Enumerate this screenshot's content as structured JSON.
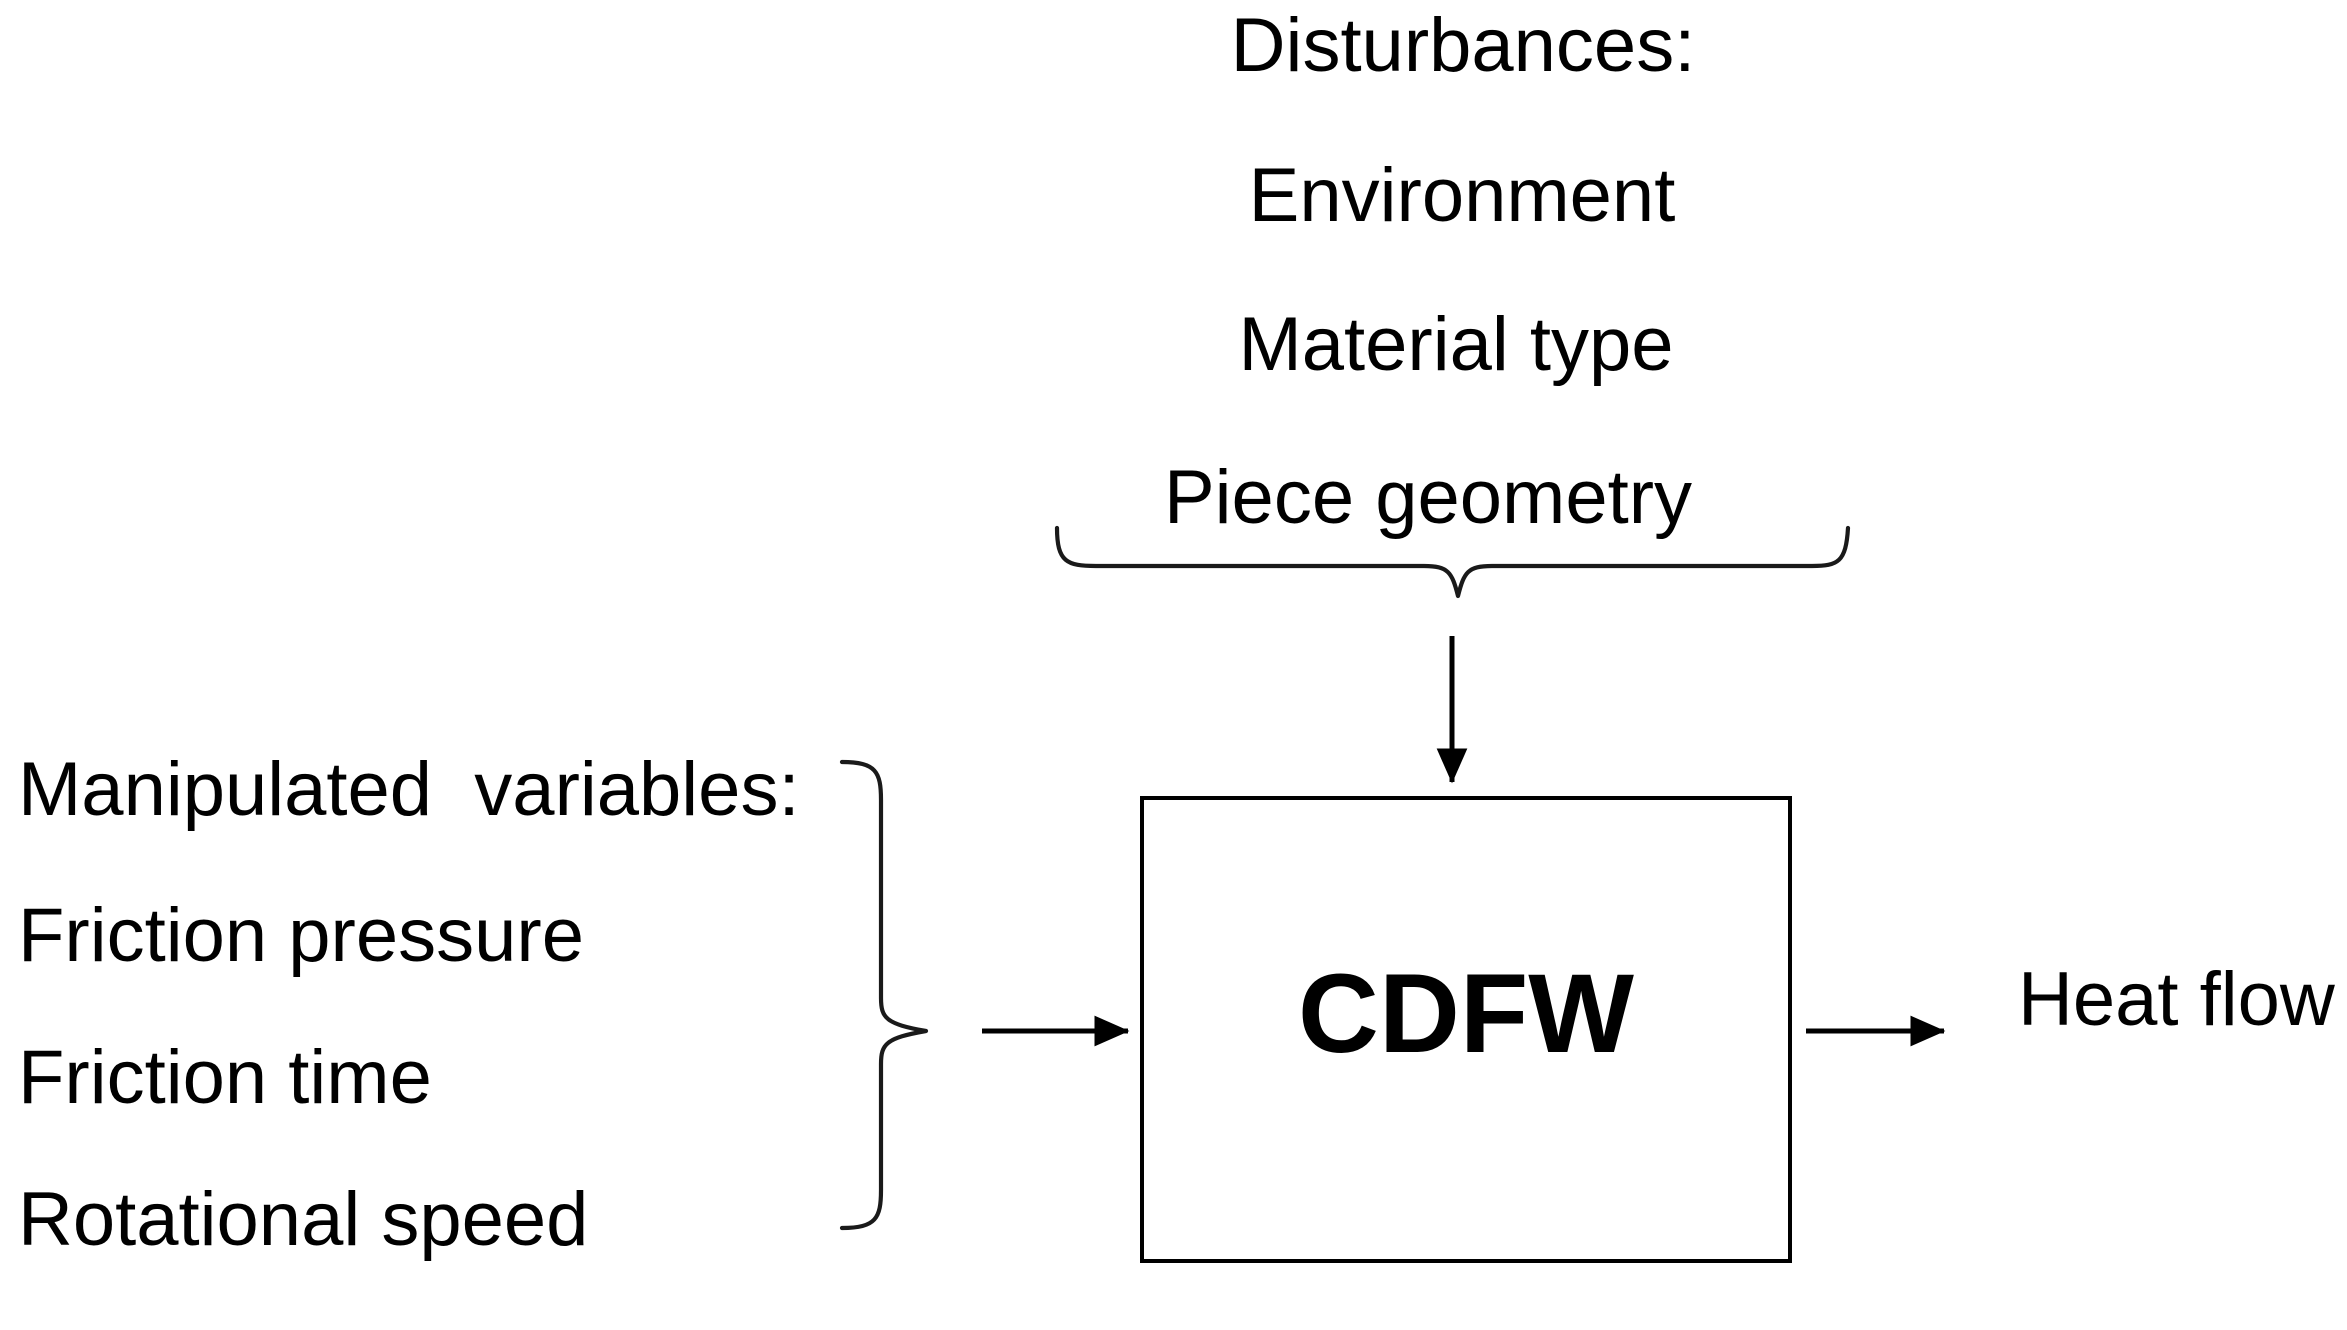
{
  "diagram": {
    "title": "CDFW process block diagram",
    "background_color": "#ffffff",
    "stroke_color": "#000000",
    "disturbances": {
      "heading": "Disturbances:",
      "items": [
        "Environment",
        "Material type",
        "Piece geometry"
      ],
      "lines": [
        "Disturbances:",
        "Environment",
        "Material type",
        "Piece geometry"
      ],
      "brace": {
        "orientation": "top",
        "points_to": "process-block"
      }
    },
    "manipulated_variables": {
      "heading": "Manipulated  variables:",
      "items": [
        "Friction pressure",
        "Friction time",
        "Rotational speed"
      ],
      "lines": [
        "Manipulated  variables:",
        "Friction pressure",
        "Friction time",
        "Rotational speed"
      ],
      "brace": {
        "orientation": "left",
        "points_to": "process-block"
      }
    },
    "process_block": {
      "label": "CDFW",
      "fill": "#ffffff",
      "border_color": "#000000"
    },
    "output": {
      "label": "Heat flow",
      "arrow_direction": "right"
    },
    "arrows": {
      "disturbance_to_block": "down",
      "input_to_block": "right",
      "block_to_output": "right"
    }
  }
}
